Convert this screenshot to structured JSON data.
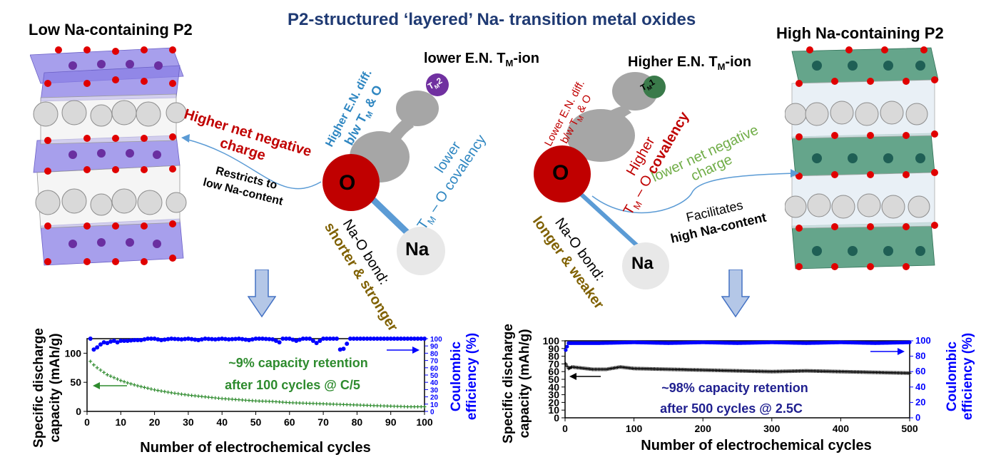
{
  "header": {
    "title": "P2-structured ‘layered’ Na- transition metal oxides",
    "left_title": "Low Na-containing P2",
    "right_title": "High Na-containing P2"
  },
  "left_scheme": {
    "ion_label": "lower E.N. T",
    "ion_label_sub": "M",
    "ion_label_end": "-ion",
    "ion_symbol": "T",
    "ion_symbol_sub": "M",
    "ion_symbol_num": "2",
    "en_diff_line1": "Higher E.N. diff.",
    "en_diff_line2": "b/w T",
    "en_diff_sub": "M",
    "en_diff_end": " & O",
    "covalency_line1": "lower",
    "covalency_line2": "T",
    "covalency_sub": "M",
    "covalency_end": " – O covalency",
    "charge_line1": "Higher net negative",
    "charge_line2": "charge",
    "restricts_line1": "Restricts to",
    "restricts_line2": "low Na-content",
    "oxygen": "O",
    "sodium": "Na",
    "bond_line1": "Na-O bond:",
    "bond_line2": "shorter & stronger"
  },
  "right_scheme": {
    "ion_label": "Higher E.N. T",
    "ion_label_sub": "M",
    "ion_label_end": "-ion",
    "ion_symbol": "T",
    "ion_symbol_sub": "M",
    "ion_symbol_num": "1",
    "en_diff_line1": "Lower E.N. diff.",
    "en_diff_line2": "b/w T",
    "en_diff_sub": "M",
    "en_diff_end": " & O",
    "covalency_line1": "Higher",
    "covalency_line2": "T",
    "covalency_sub": "M",
    "covalency_end": " – O ",
    "covalency_bold": "covalency",
    "charge_line1": "lower net negative",
    "charge_line2": "charge",
    "facilitates_line1": "Facilitates",
    "facilitates_line2": "high Na-content",
    "oxygen": "O",
    "sodium": "Na",
    "bond_line1": "Na-O bond:",
    "bond_line2": "longer & weaker"
  },
  "colors": {
    "title_blue": "#1f3a73",
    "dark_red": "#c00000",
    "light_blue_text": "#2e86c1",
    "olive": "#7f6000",
    "green_text": "#70ad47",
    "violet_ion": "#7030a0",
    "green_ion": "#3a7a4a",
    "green_series": "#2e8b2e",
    "blue_series": "#0000ff",
    "navy_text": "#1f1f8f"
  },
  "chart_data": [
    {
      "type": "scatter",
      "xlabel": "Number of electrochemical cycles",
      "ylabel_line1": "Specific discharge",
      "ylabel_line2": "capacity (mAh/g)",
      "y2label_line1": "Coulombic",
      "y2label_line2": "efficiency (%)",
      "xlim": [
        0,
        100
      ],
      "ylim": [
        0,
        125
      ],
      "y2lim": [
        0,
        100
      ],
      "xticks": [
        "0",
        "10",
        "20",
        "30",
        "40",
        "50",
        "60",
        "70",
        "80",
        "90",
        "100"
      ],
      "yticks": [
        "0",
        "50",
        "100"
      ],
      "y2ticks": [
        "0",
        "10",
        "20",
        "30",
        "40",
        "50",
        "60",
        "70",
        "80",
        "90",
        "100"
      ],
      "annotation_line1": "~9% capacity retention",
      "annotation_line2": "after 100 cycles @ C/5",
      "series": [
        {
          "axis": "left",
          "color": "#2e8b2e",
          "points": [
            [
              1,
              86
            ],
            [
              2,
              80
            ],
            [
              3,
              75
            ],
            [
              4,
              71
            ],
            [
              5,
              67
            ],
            [
              6,
              63
            ],
            [
              8,
              58
            ],
            [
              10,
              53
            ],
            [
              12,
              49
            ],
            [
              15,
              44
            ],
            [
              20,
              37
            ],
            [
              25,
              32
            ],
            [
              30,
              28
            ],
            [
              35,
              25
            ],
            [
              40,
              22
            ],
            [
              45,
              20
            ],
            [
              50,
              18
            ],
            [
              55,
              17
            ],
            [
              60,
              15
            ],
            [
              65,
              14
            ],
            [
              70,
              13
            ],
            [
              75,
              12
            ],
            [
              80,
              11
            ],
            [
              85,
              10
            ],
            [
              90,
              9
            ],
            [
              95,
              8
            ],
            [
              100,
              8
            ]
          ]
        },
        {
          "axis": "right",
          "color": "#0000ff",
          "points": [
            [
              1,
              100
            ],
            [
              2,
              85
            ],
            [
              3,
              88
            ],
            [
              4,
              92
            ],
            [
              5,
              95
            ],
            [
              6,
              94
            ],
            [
              7,
              96
            ],
            [
              8,
              97
            ],
            [
              9,
              95
            ],
            [
              10,
              97
            ],
            [
              12,
              97
            ],
            [
              14,
              98
            ],
            [
              16,
              98
            ],
            [
              18,
              100
            ],
            [
              20,
              100
            ],
            [
              22,
              98
            ],
            [
              25,
              100
            ],
            [
              28,
              99
            ],
            [
              30,
              100
            ],
            [
              33,
              98
            ],
            [
              35,
              100
            ],
            [
              38,
              99
            ],
            [
              40,
              100
            ],
            [
              42,
              99
            ],
            [
              45,
              100
            ],
            [
              48,
              98
            ],
            [
              50,
              100
            ],
            [
              52,
              100
            ],
            [
              55,
              99
            ],
            [
              57,
              95
            ],
            [
              58,
              100
            ],
            [
              60,
              100
            ],
            [
              62,
              97
            ],
            [
              64,
              100
            ],
            [
              66,
              100
            ],
            [
              68,
              94
            ],
            [
              70,
              100
            ],
            [
              72,
              100
            ],
            [
              74,
              100
            ],
            [
              75,
              85
            ],
            [
              76,
              86
            ],
            [
              78,
              100
            ],
            [
              80,
              100
            ],
            [
              82,
              100
            ],
            [
              85,
              100
            ],
            [
              88,
              100
            ],
            [
              90,
              100
            ],
            [
              93,
              100
            ],
            [
              95,
              100
            ],
            [
              98,
              100
            ],
            [
              100,
              100
            ]
          ]
        }
      ]
    },
    {
      "type": "scatter",
      "xlabel": "Number of electrochemical cycles",
      "ylabel_line1": "Specific discharge",
      "ylabel_line2": "capacity (mAh/g)",
      "y2label_line1": "Coulombic",
      "y2label_line2": "efficiency (%)",
      "xlim": [
        0,
        500
      ],
      "ylim": [
        0,
        100
      ],
      "y2lim": [
        0,
        100
      ],
      "xticks": [
        "0",
        "100",
        "200",
        "300",
        "400",
        "500"
      ],
      "yticks": [
        "0",
        "10",
        "20",
        "30",
        "40",
        "50",
        "60",
        "70",
        "80",
        "90",
        "100"
      ],
      "y2ticks": [
        "0",
        "20",
        "40",
        "60",
        "80",
        "100"
      ],
      "annotation_line1": "~98% capacity retention",
      "annotation_line2": "after 500 cycles @ 2.5C",
      "series": [
        {
          "axis": "left",
          "color": "#000000",
          "points": [
            [
              1,
              70
            ],
            [
              5,
              64
            ],
            [
              10,
              66
            ],
            [
              20,
              65
            ],
            [
              40,
              63
            ],
            [
              60,
              63
            ],
            [
              80,
              66
            ],
            [
              100,
              64
            ],
            [
              150,
              63
            ],
            [
              200,
              62
            ],
            [
              250,
              61
            ],
            [
              300,
              60
            ],
            [
              350,
              61
            ],
            [
              400,
              60
            ],
            [
              450,
              59
            ],
            [
              500,
              58
            ]
          ]
        },
        {
          "axis": "right",
          "color": "#0000ff",
          "points": [
            [
              1,
              88
            ],
            [
              5,
              97
            ],
            [
              10,
              97
            ],
            [
              50,
              97
            ],
            [
              100,
              98
            ],
            [
              150,
              97
            ],
            [
              200,
              98
            ],
            [
              250,
              97
            ],
            [
              300,
              98
            ],
            [
              350,
              97
            ],
            [
              400,
              98
            ],
            [
              450,
              97
            ],
            [
              500,
              98
            ]
          ]
        }
      ]
    }
  ]
}
